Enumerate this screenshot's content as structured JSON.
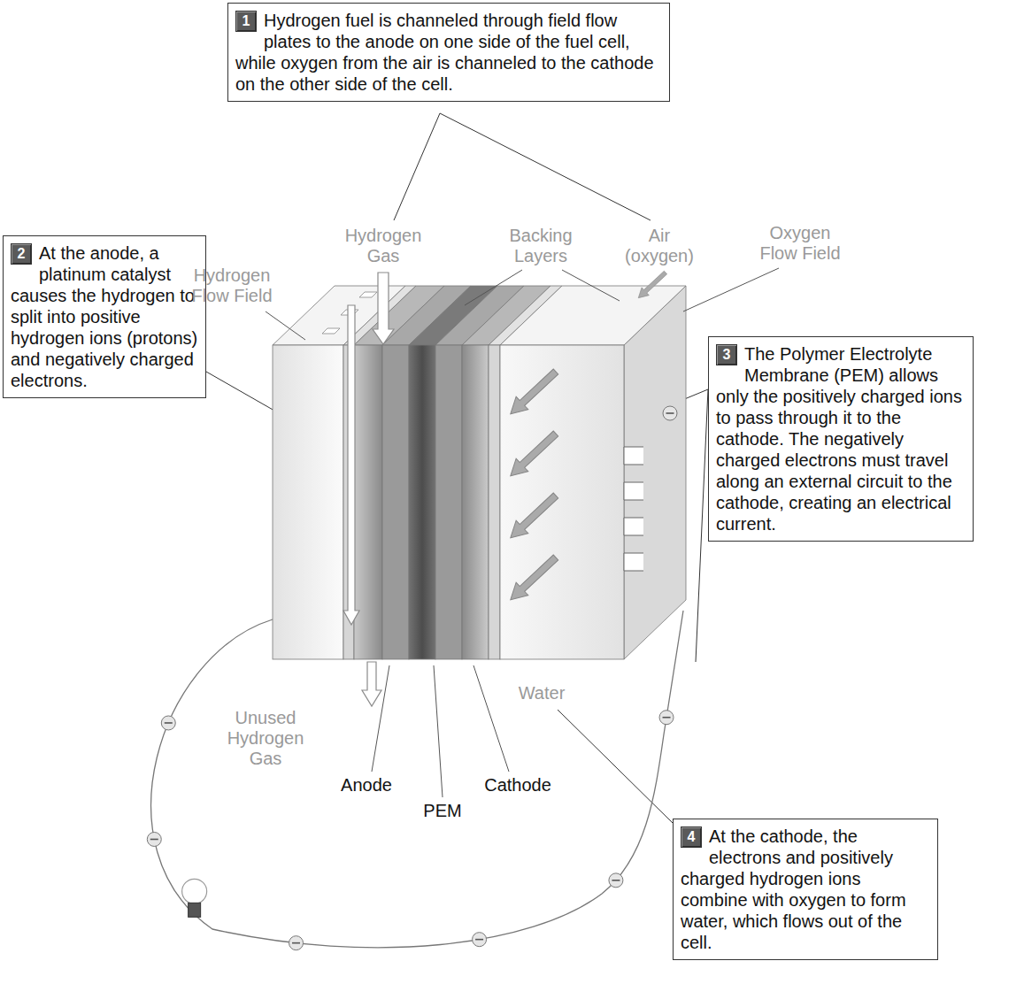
{
  "diagram": {
    "nodes": [
      {
        "text": [
          "1",
          "Hydrogen fuel is channeled through field flow plates to the anode on one side of the fuel cell, while oxygen from the air is channeled to the cathode on the other side of the cell."
        ]
      },
      {
        "text": [
          "2",
          "At the anode, a platinum catalyst causes the hydrogen to split into positive hydrogen ions (protons) and negatively charged electrons."
        ]
      },
      {
        "text": [
          "3",
          "The Polymer Electrolyte Membrane (PEM) allows only the positively charged ions to pass through it to the cathode. The negatively charged electrons must travel along an external circuit to the cathode, creating an electrical current."
        ]
      },
      {
        "text": [
          "4",
          "At the cathode, the electrons and positively charged hydrogen ions combine with oxygen to form water, which flows out of the cell."
        ]
      }
    ],
    "labels": [
      "Hydrogen Gas",
      "Backing Layers",
      "Air (oxygen)",
      "Hydrogen Flow Field",
      "Oxygen Flow Field",
      "Unused Hydrogen Gas",
      "Water",
      "Anode",
      "PEM",
      "Cathode"
    ]
  }
}
